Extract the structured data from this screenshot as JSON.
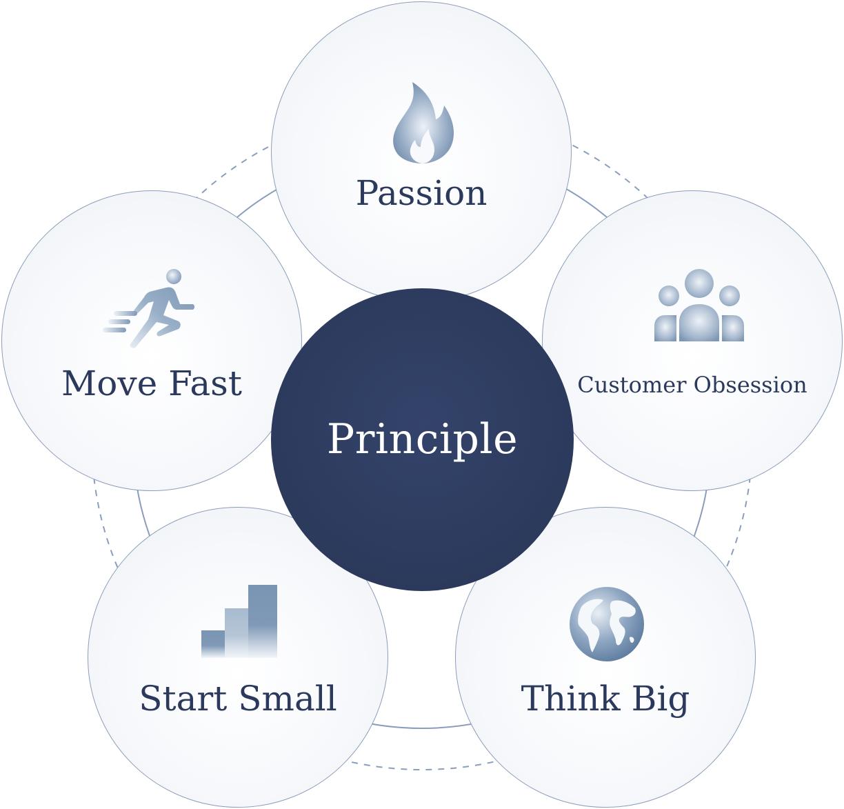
{
  "diagram": {
    "type": "hub-and-spoke",
    "center": {
      "label": "Principle",
      "color": "#2d3b5e"
    },
    "nodes": [
      {
        "id": "passion",
        "label": "Passion",
        "icon": "flame-icon"
      },
      {
        "id": "customer-obsession",
        "label": "Customer Obsession",
        "icon": "people-group-icon"
      },
      {
        "id": "think-big",
        "label": "Think Big",
        "icon": "globe-icon"
      },
      {
        "id": "start-small",
        "label": "Start Small",
        "icon": "bar-chart-icon"
      },
      {
        "id": "move-fast",
        "label": "Move Fast",
        "icon": "running-person-icon"
      }
    ],
    "colors": {
      "outline": "#8a9dbb",
      "text": "#2b3a5c",
      "icon": "#7a95b3",
      "node_fill": "#f3f5f9"
    }
  }
}
